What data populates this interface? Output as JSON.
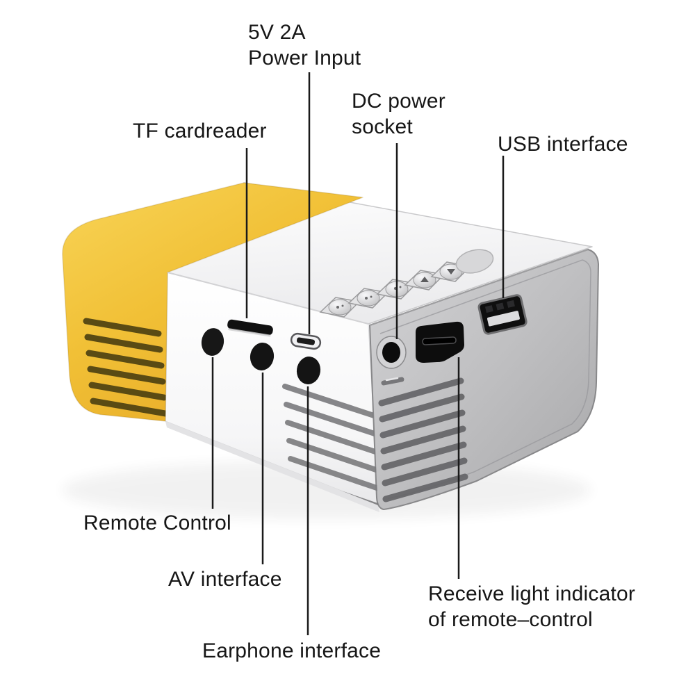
{
  "callouts": {
    "power_input": {
      "line1": "5V 2A",
      "line2": "Power Input"
    },
    "tf_cardreader": {
      "line1": "TF cardreader"
    },
    "dc_power_socket": {
      "line1": "DC power",
      "line2": "socket"
    },
    "usb_interface": {
      "line1": "USB interface"
    },
    "remote_control": {
      "line1": "Remote Control"
    },
    "av_interface": {
      "line1": "AV interface"
    },
    "earphone_interface": {
      "line1": "Earphone interface"
    },
    "receive_light_indicator": {
      "line1": "Receive light indicator",
      "line2": "of remote–control"
    }
  },
  "colors": {
    "background": "#ffffff",
    "body_yellow": "#f1c036",
    "body_white": "#fafafa",
    "side_gray": "#bfbfc1",
    "port_black": "#121212",
    "label_text": "#161616",
    "leader_line": "#1a1a1a"
  }
}
